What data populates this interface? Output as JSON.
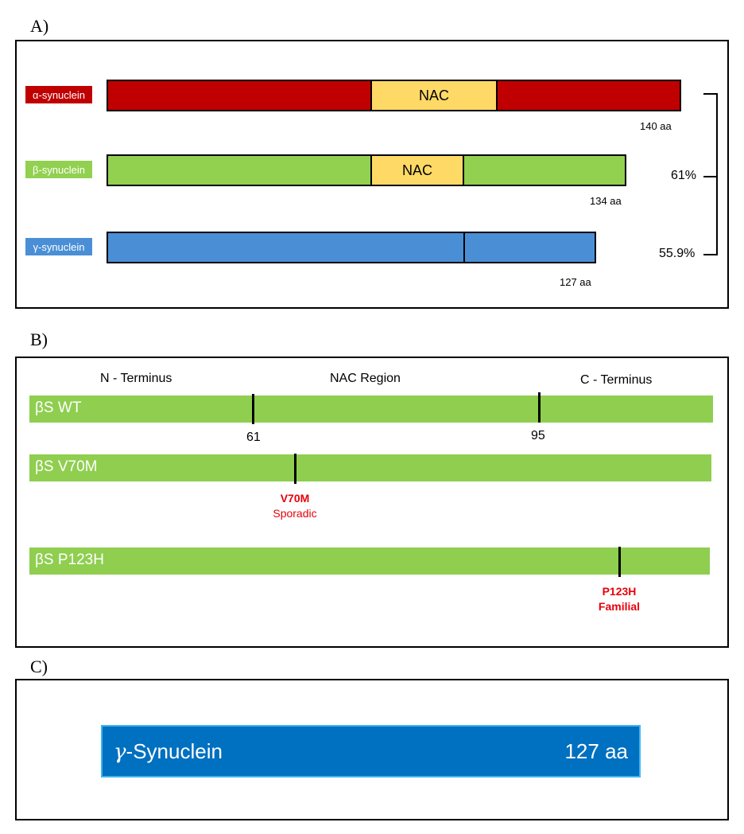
{
  "panels": {
    "a": "A)",
    "b": "B)",
    "c": "C)"
  },
  "colors": {
    "alpha": "#c00000",
    "beta": "#92d050",
    "gamma": "#4a8fd6",
    "nac": "#ffd966",
    "mutation": "#e8000b",
    "gamma_full": "#0070c0"
  },
  "panel_a": {
    "proteins": [
      {
        "name": "α-synuclein",
        "length": "140 aa",
        "nac": "NAC"
      },
      {
        "name": "β-synuclein",
        "length": "134 aa",
        "nac": "NAC"
      },
      {
        "name": "γ-synuclein",
        "length": "127 aa"
      }
    ],
    "identity": [
      "61%",
      "55.9%"
    ]
  },
  "panel_b": {
    "regions": [
      "N - Terminus",
      "NAC Region",
      "C - Terminus"
    ],
    "constructs": [
      {
        "name": "βS WT",
        "positions": [
          "61",
          "95"
        ]
      },
      {
        "name": "βS V70M",
        "mutation": "V70M",
        "type": "Sporadic"
      },
      {
        "name": "βS P123H",
        "mutation": "P123H",
        "type": "Familial"
      }
    ]
  },
  "panel_c": {
    "name": "γ-Synuclein",
    "name_prefix": "γ",
    "name_rest": "-Synuclein",
    "length": "127 aa"
  }
}
